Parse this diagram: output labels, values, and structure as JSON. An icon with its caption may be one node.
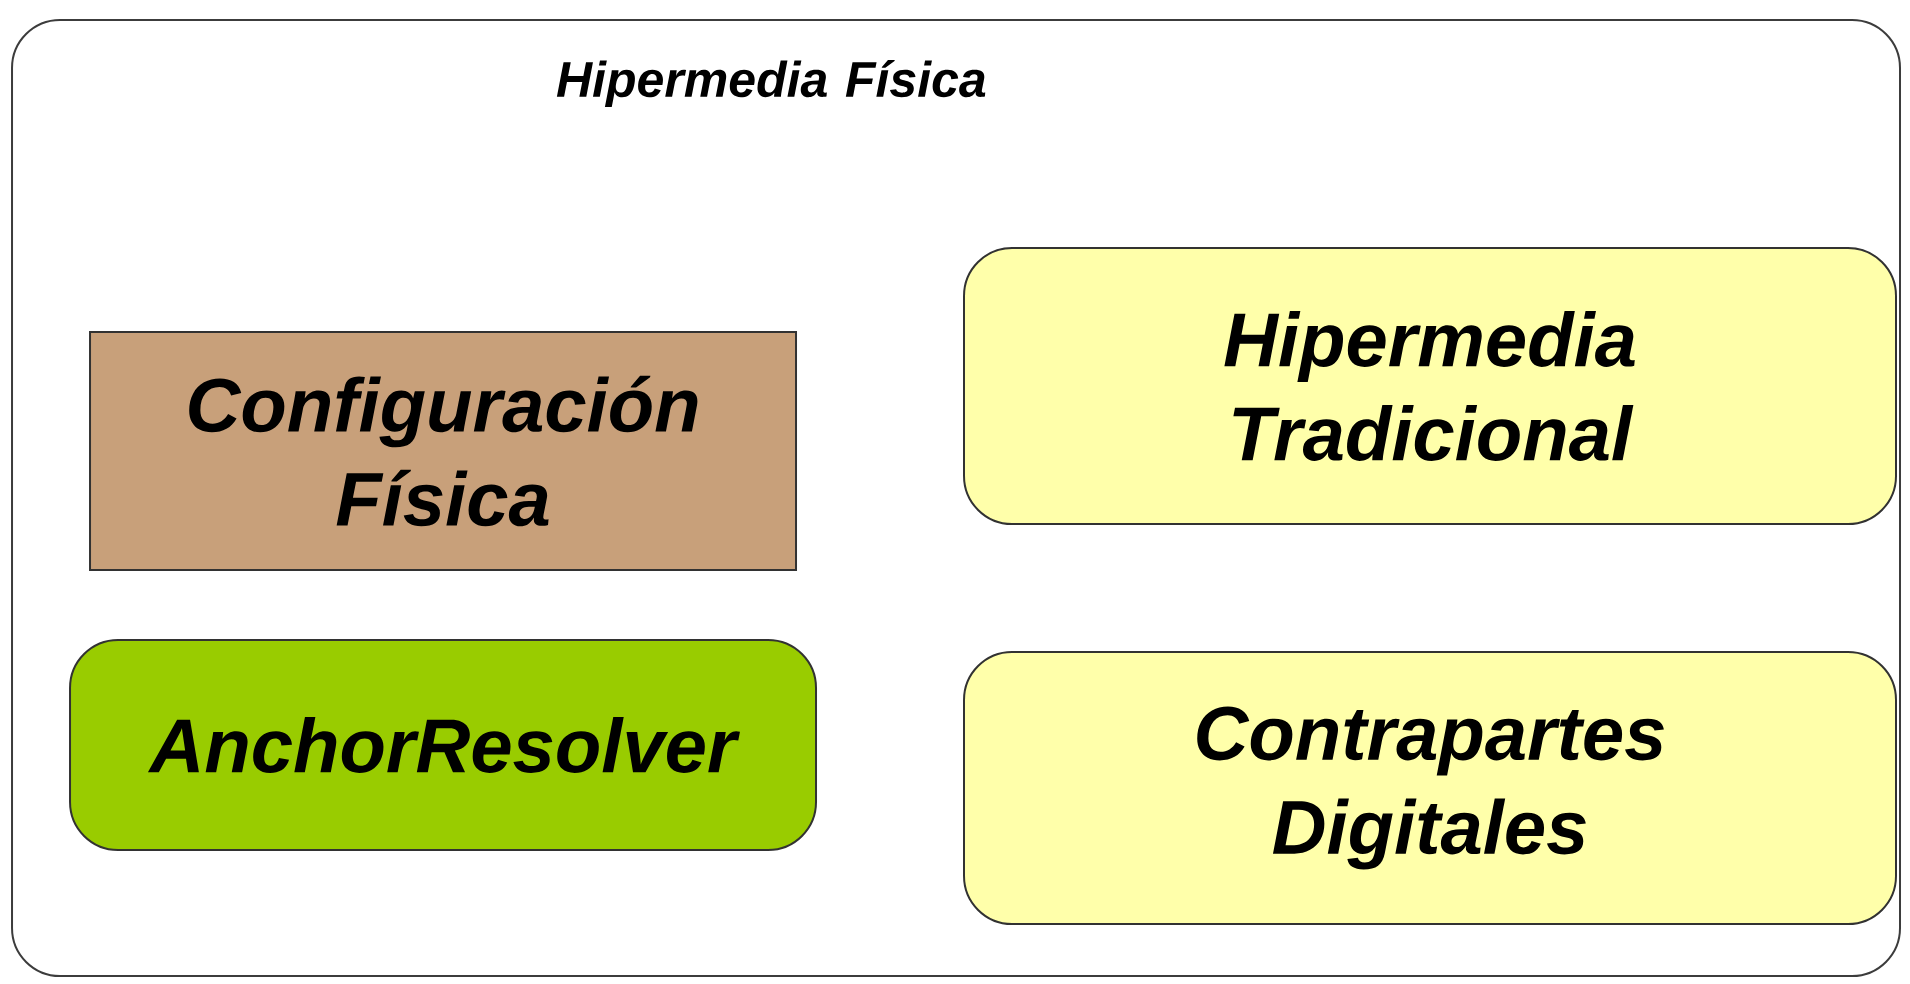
{
  "diagram": {
    "nodes": [
      {
        "text": [
          "Hipermedia Física"
        ]
      },
      {
        "text": [
          "Configuración Física"
        ],
        "in": 0
      },
      {
        "text": [
          "Hipermedia Tradicional"
        ],
        "in": 0
      },
      {
        "text": [
          "AnchorResolver"
        ],
        "in": 0
      },
      {
        "text": [
          "Contrapartes Digitales"
        ],
        "in": 0
      }
    ]
  }
}
